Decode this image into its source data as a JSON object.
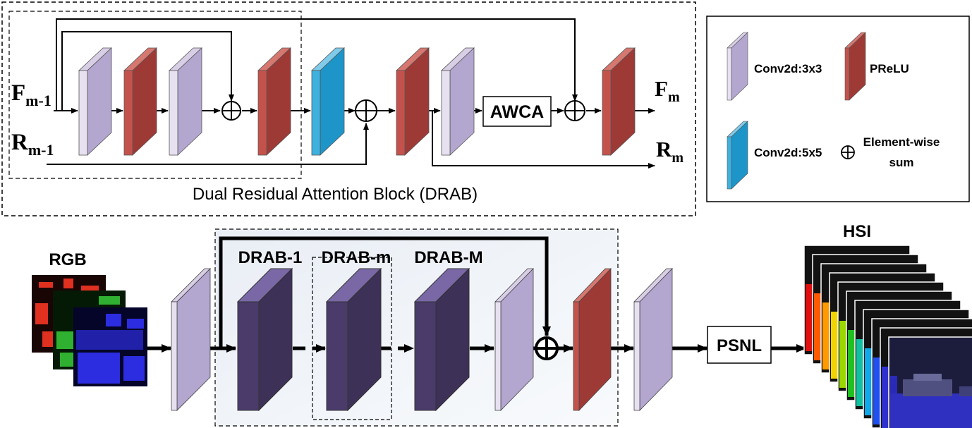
{
  "drab": {
    "title": "Dual Residual Attention Block (DRAB)",
    "input_f_main": "F",
    "input_f_sub": "m-1",
    "input_r_main": "R",
    "input_r_sub": "m-1",
    "output_f_main": "F",
    "output_f_sub": "m",
    "output_r_main": "R",
    "output_r_sub": "m",
    "awca_label": "AWCA"
  },
  "legend": {
    "conv3": "Conv2d:3x3",
    "prelu": "PReLU",
    "conv5": "Conv2d:5x5",
    "sum_line1": "Element-wise",
    "sum_line2": "sum"
  },
  "pipeline": {
    "rgb_label": "RGB",
    "hsi_label": "HSI",
    "psnl_label": "PSNL",
    "drab_1": "DRAB-1",
    "drab_m": "DRAB-m",
    "drab_M": "DRAB-M"
  },
  "colors": {
    "conv3": "#b3a6cf",
    "prelu": "#9e3a36",
    "conv5": "#1d95c9",
    "drab_block": "#4a3b6b"
  }
}
